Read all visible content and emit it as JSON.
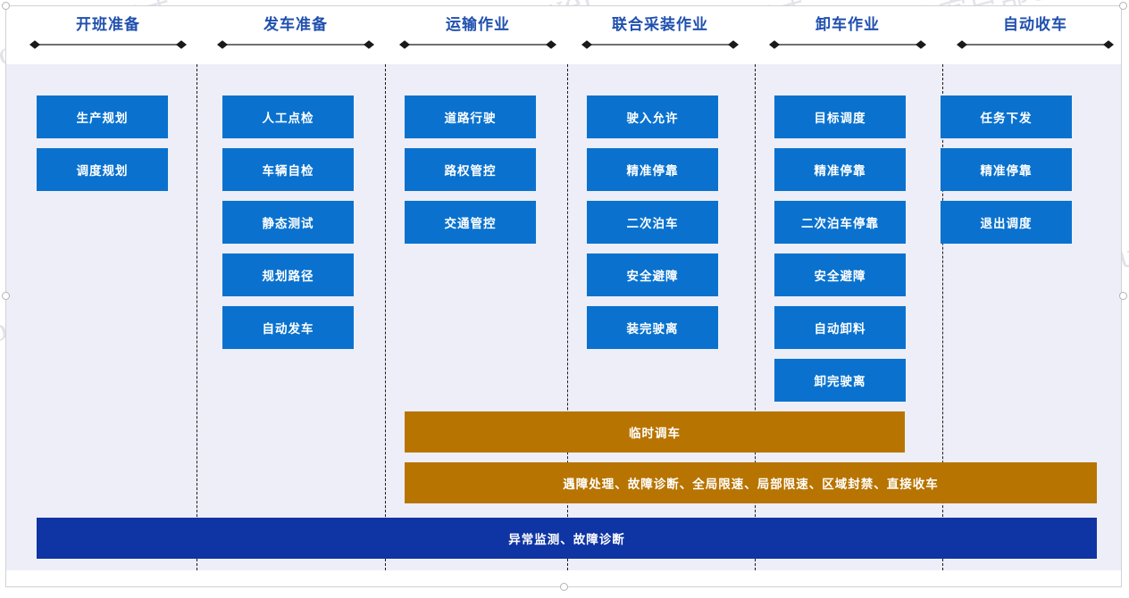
{
  "watermark": {
    "line_a": "local&&刘威",
    "line_b": "战略客户部&&liuwei"
  },
  "colors": {
    "phase_label": "#1f4fae",
    "box_blue": "#0a72ce",
    "bar_orange": "#b87400",
    "bar_dark_blue": "#0f34a3",
    "board_background": "#edeef7",
    "divider": "#1a1a1a"
  },
  "header": {
    "phases": [
      {
        "label": "开班准备"
      },
      {
        "label": "发车准备"
      },
      {
        "label": "运输作业"
      },
      {
        "label": "联合采装作业"
      },
      {
        "label": "卸车作业"
      },
      {
        "label": "自动收车"
      }
    ]
  },
  "columns": [
    {
      "name": "开班准备",
      "items": [
        "生产规划",
        "调度规划"
      ]
    },
    {
      "name": "发车准备",
      "items": [
        "人工点检",
        "车辆自检",
        "静态测试",
        "规划路径",
        "自动发车"
      ]
    },
    {
      "name": "运输作业",
      "items": [
        "道路行驶",
        "路权管控",
        "交通管控"
      ]
    },
    {
      "name": "联合采装作业",
      "items": [
        "驶入允许",
        "精准停靠",
        "二次泊车",
        "安全避障",
        "装完驶离"
      ]
    },
    {
      "name": "卸车作业",
      "items": [
        "目标调度",
        "精准停靠",
        "二次泊车停靠",
        "安全避障",
        "自动卸料",
        "卸完驶离"
      ]
    },
    {
      "name": "自动收车",
      "items": [
        "任务下发",
        "精准停靠",
        "退出调度"
      ]
    }
  ],
  "wide_bars": [
    {
      "label": "临时调车"
    },
    {
      "label": "遇障处理、故障诊断、全局限速、局部限速、区域封禁、直接收车"
    }
  ],
  "bottom_bar": {
    "label": "异常监测、故障诊断"
  }
}
